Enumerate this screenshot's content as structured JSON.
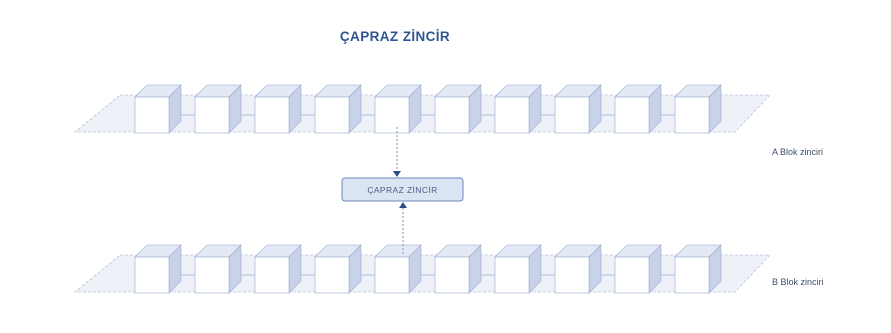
{
  "title": "ÇAPRAZ ZİNCİR",
  "center_box": {
    "label": "ÇAPRAZ ZİNCİR"
  },
  "chains": [
    {
      "id": "a",
      "label": "A Blok zinciri",
      "block_count": 10
    },
    {
      "id": "b",
      "label": "B Blok zinciri",
      "block_count": 10
    }
  ],
  "colors": {
    "title": "#2f5592",
    "plane_fill": "#eef1f8",
    "plane_stroke": "#b8c3d8",
    "block_front": "#ffffff",
    "block_side": "#c8d3ea",
    "block_top": "#e3e9f5",
    "block_edge": "#9aaad0",
    "center_box_fill": "#dbe4f3",
    "center_box_stroke": "#6f86b8",
    "connector": "#8090b0",
    "arrow": "#2f4c85"
  }
}
